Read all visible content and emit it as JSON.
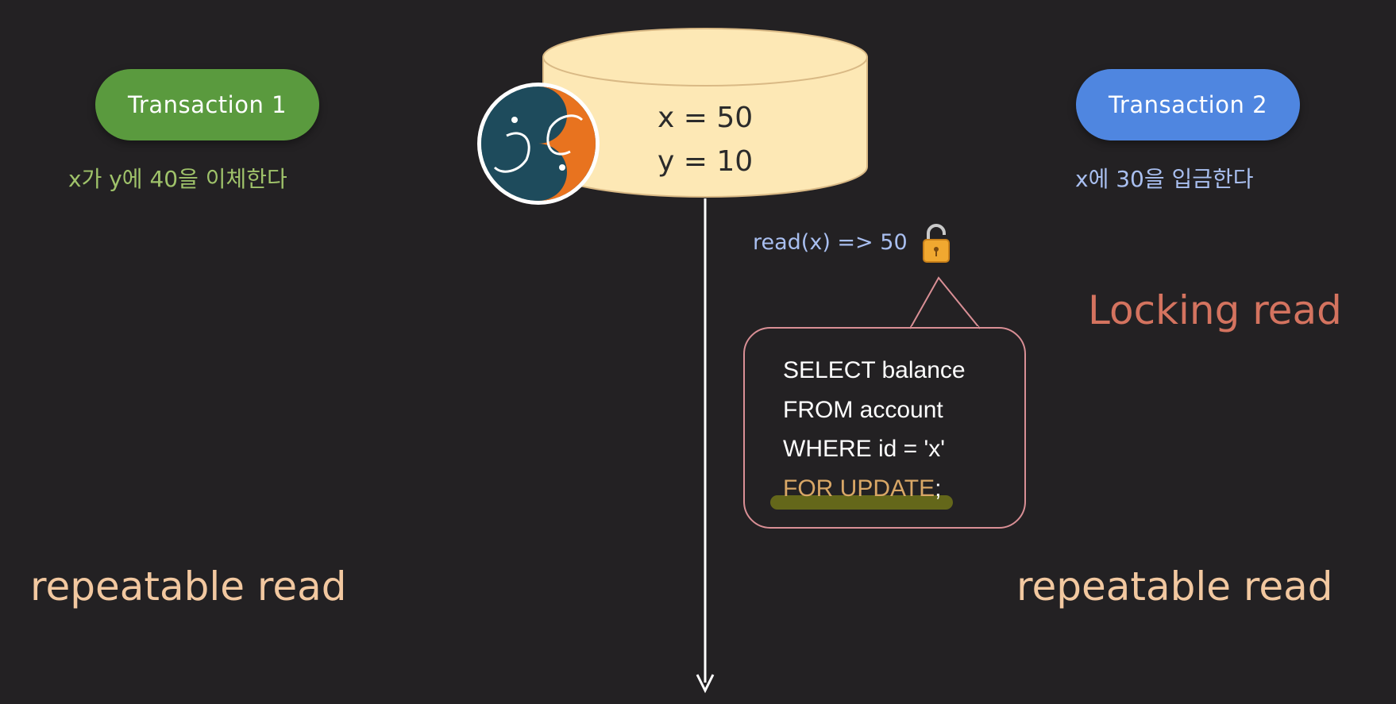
{
  "transaction1": {
    "label": "Transaction 1",
    "caption": "x가 y에 40을 이체한다",
    "isolation": "repeatable read",
    "color": "#5a9a3e"
  },
  "transaction2": {
    "label": "Transaction 2",
    "caption": "x에 30을 입금한다",
    "isolation": "repeatable read",
    "color": "#4f86e0"
  },
  "database": {
    "x_line": "x = 50",
    "y_line": "y = 10",
    "logo_icon": "mysql-dolphin-logo-icon",
    "fill": "#fde8b5"
  },
  "operation": {
    "read_text": "read(x) => 50",
    "lock_icon": "lock-icon"
  },
  "locking_label": "Locking read",
  "sql": {
    "line1": "SELECT balance",
    "line2": "FROM account",
    "line3": "WHERE id = 'x'",
    "line4_keyword": "FOR UPDATE",
    "line4_end": ";"
  }
}
